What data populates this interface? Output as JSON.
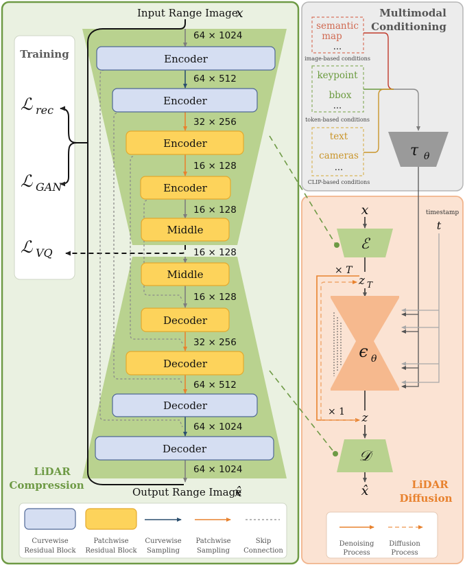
{
  "compression": {
    "input_label": "Input Range Image",
    "input_symbol": "𝑥",
    "output_label": "Output Range Image",
    "output_symbol": "𝑥̂",
    "panel_label_line1": "LiDAR",
    "panel_label_line2": "Compression",
    "blocks": [
      "Encoder",
      "Encoder",
      "Encoder",
      "Encoder",
      "Middle",
      "Middle",
      "Decoder",
      "Decoder",
      "Decoder",
      "Decoder"
    ],
    "sizes": [
      "64 × 1024",
      "64 × 512",
      "32 × 256",
      "16 × 128",
      "16 × 128",
      "16 × 128",
      "16 × 128",
      "32 × 256",
      "64 × 512",
      "64 × 1024",
      "64 × 1024"
    ]
  },
  "training": {
    "title": "Training",
    "losses": [
      "ℒ",
      "ℒ",
      "ℒ"
    ],
    "loss_subs": [
      "rec",
      "GAN",
      "VQ"
    ]
  },
  "legend": {
    "curvewise_block": [
      "Curvewise",
      "Residual Block"
    ],
    "patchwise_block": [
      "Patchwise",
      "Residual Block"
    ],
    "curvewise_sampling": [
      "Curvewise",
      "Sampling"
    ],
    "patchwise_sampling": [
      "Patchwise",
      "Sampling"
    ],
    "skip_connection": [
      "Skip",
      "Connection"
    ]
  },
  "conditioning": {
    "title_line1": "Multimodal",
    "title_line2": "Conditioning",
    "image_items": [
      "semantic",
      "map",
      "..."
    ],
    "image_caption": "image-based conditions",
    "token_items": [
      "keypoint",
      "bbox",
      "..."
    ],
    "token_caption": "token-based conditions",
    "clip_items": [
      "text",
      "cameras",
      "..."
    ],
    "clip_caption": "CLIP-based conditions",
    "tau": "τ",
    "tau_sub": "θ"
  },
  "diffusion": {
    "panel_label_line1": "LiDAR",
    "panel_label_line2": "Diffusion",
    "x_in": "𝑥",
    "encoder": "ℰ",
    "timestamp_label": "timestamp",
    "timestamp_symbol": "𝑡",
    "times_T": "× 𝑇",
    "z_T": "z",
    "z_T_sub": "T",
    "epsilon": "ϵ",
    "epsilon_sub": "θ",
    "times_1": "× 1",
    "z": "z",
    "decoder": "𝒟",
    "x_out": "𝑥̂",
    "legend_denoising": [
      "Denoising",
      "Process"
    ],
    "legend_diffusion": [
      "Diffusion",
      "Process"
    ]
  },
  "colors": {
    "compression_bg": "#eaf1e1",
    "compression_border": "#6e9a45",
    "trapezoid": "#b9d28f",
    "curvewise_fill": "#d5def2",
    "patchwise_fill": "#fdd35b",
    "conditioning_bg": "#ececec",
    "diffusion_bg": "#fbe3d3",
    "diffusion_border": "#f1b48c",
    "unet": "#f6b98e",
    "orange": "#e8822e",
    "navy": "#2b4f6e"
  }
}
